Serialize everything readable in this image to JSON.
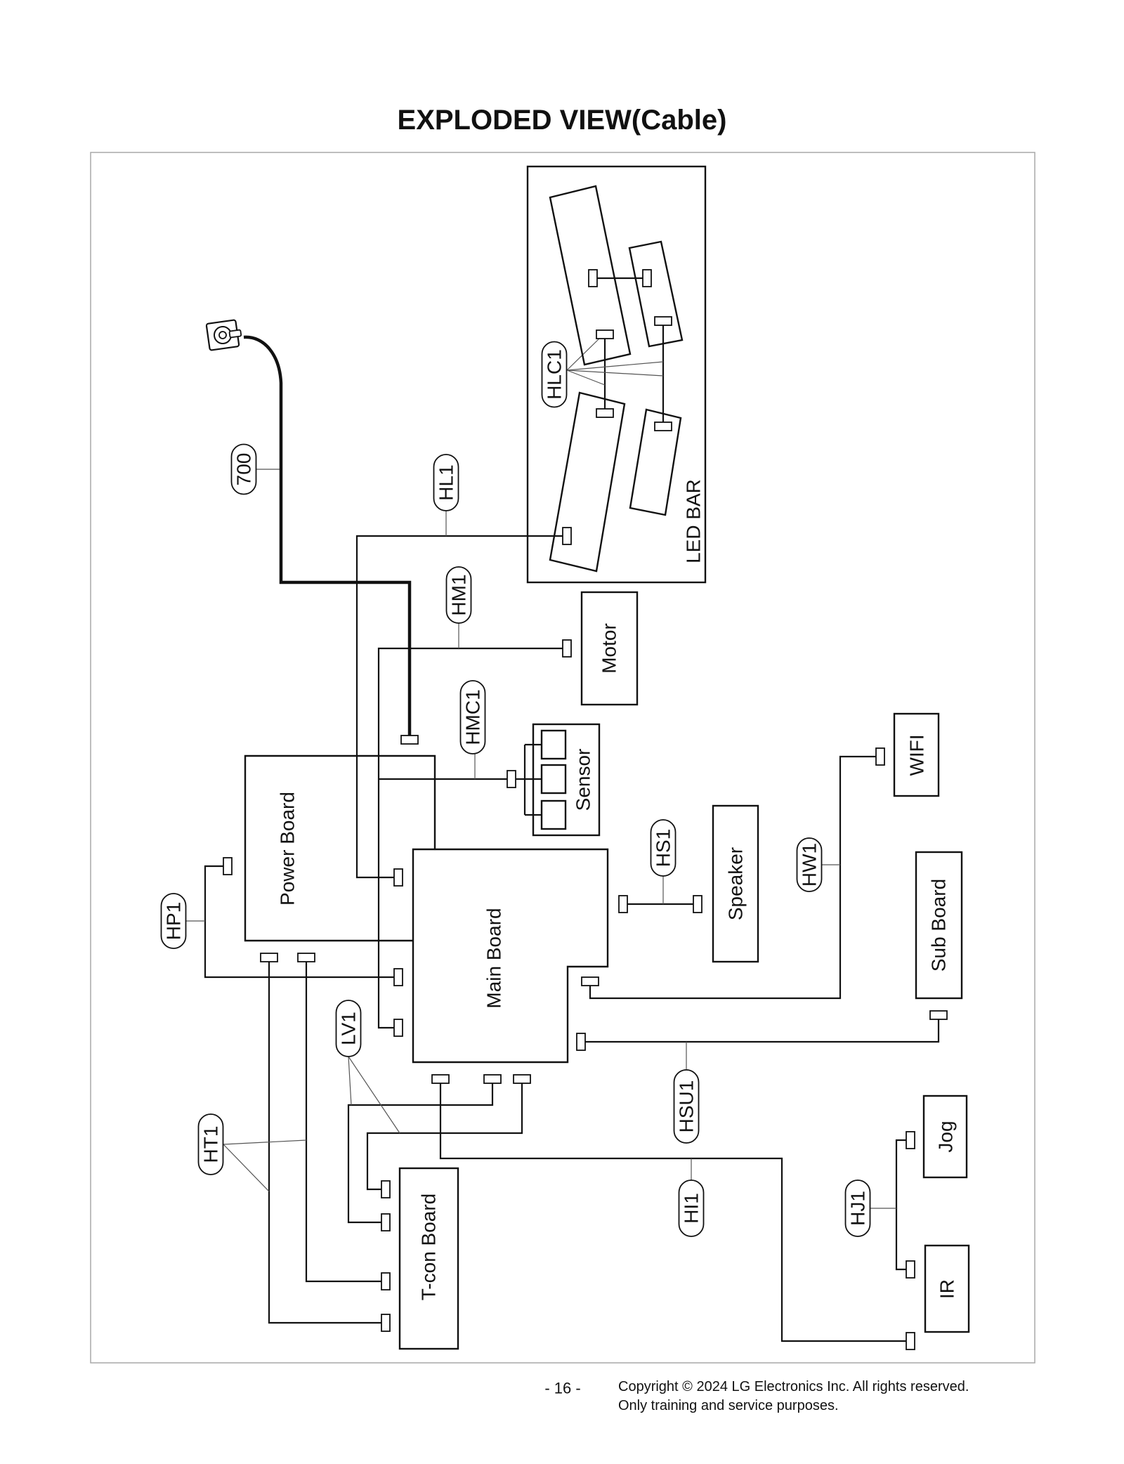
{
  "title": "EXPLODED VIEW(Cable)",
  "footer": {
    "page_number": "- 16 -",
    "copyright_line1": "Copyright © 2024 LG Electronics Inc. All rights reserved.",
    "copyright_line2": "Only training and service purposes."
  },
  "components": {
    "led_bar": "LED BAR",
    "motor": "Motor",
    "sensor": "Sensor",
    "power_board": "Power Board",
    "main_board": "Main Board",
    "speaker": "Speaker",
    "wifi": "WIFI",
    "sub_board": "Sub Board",
    "tcon_board": "T-con Board",
    "jog": "Jog",
    "ir": "IR"
  },
  "cables": {
    "c700": "700",
    "hl1": "HL1",
    "hlc1": "HLC1",
    "hm1": "HM1",
    "hmc1": "HMC1",
    "hs1": "HS1",
    "hw1": "HW1",
    "hp1": "HP1",
    "lv1": "LV1",
    "ht1": "HT1",
    "hsu1": "HSU1",
    "hi1": "HI1",
    "hj1": "HJ1"
  },
  "icons": {
    "power_plug": "power-plug-icon",
    "connector": "connector-icon"
  }
}
